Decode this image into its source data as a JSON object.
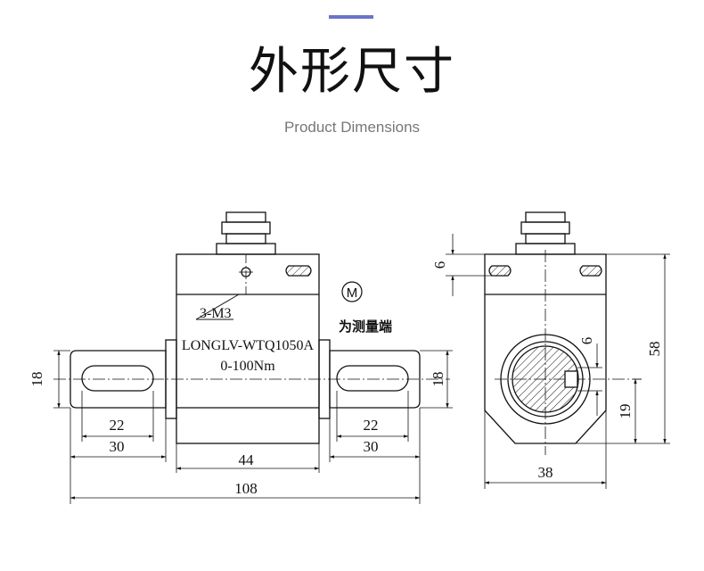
{
  "header": {
    "title": "外形尺寸",
    "subtitle": "Product Dimensions",
    "accent_color": "#6b74c9"
  },
  "drawing": {
    "front_view": {
      "model_label": "LONGLV-WTQ1050A",
      "range_label": "0-100Nm",
      "thread_callout": "3-M3",
      "dimensions": {
        "shaft_diameter_left": "18",
        "shaft_diameter_right": "18",
        "keyway_length_left": "22",
        "keyway_length_right": "22",
        "shaft_length_left": "30",
        "shaft_length_right": "30",
        "body_length": "44",
        "total_length": "108"
      }
    },
    "measure_mark": {
      "symbol": "M",
      "note": "为测量端"
    },
    "side_view": {
      "dimensions": {
        "slot_height": "6",
        "key_width": "6",
        "height": "58",
        "center_height": "19",
        "width": "38"
      }
    }
  }
}
